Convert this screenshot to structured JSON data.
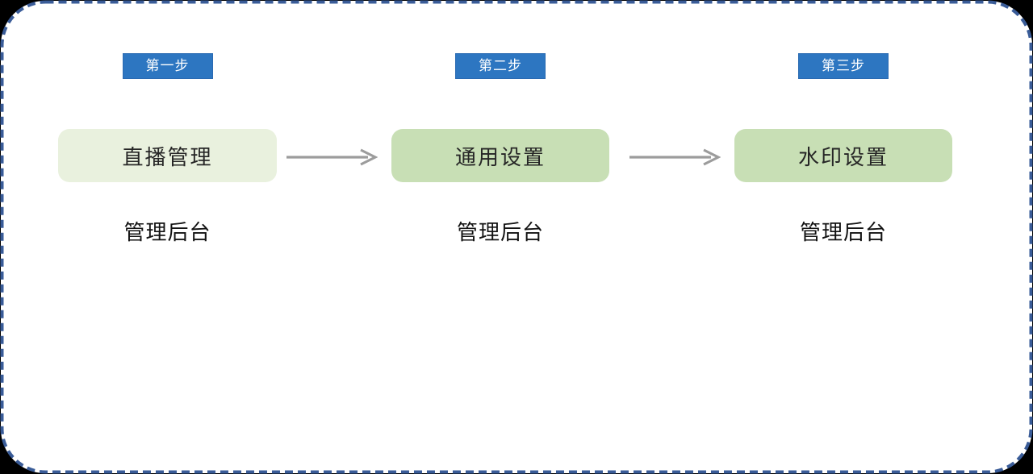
{
  "diagram": {
    "steps": [
      {
        "badge": "第一步",
        "node": "直播管理",
        "caption": "管理后台"
      },
      {
        "badge": "第二步",
        "node": "通用设置",
        "caption": "管理后台"
      },
      {
        "badge": "第三步",
        "node": "水印设置",
        "caption": "管理后台"
      }
    ],
    "colors": {
      "badge_blue": "#2d76c1",
      "badge_border_blue": "#2a6ab2",
      "node_green_light": "#e9f1de",
      "node_green_medium": "#c8dfb5",
      "dashed_border_blue": "#3a5c98",
      "arrow_gray": "#9c9c9c",
      "panel_background": "#ffffff",
      "outside_background": "#000000",
      "node_text": "#262626",
      "caption_text": "#121212"
    },
    "icons": [
      "arrow-right-icon",
      "arrow-right-icon"
    ]
  }
}
